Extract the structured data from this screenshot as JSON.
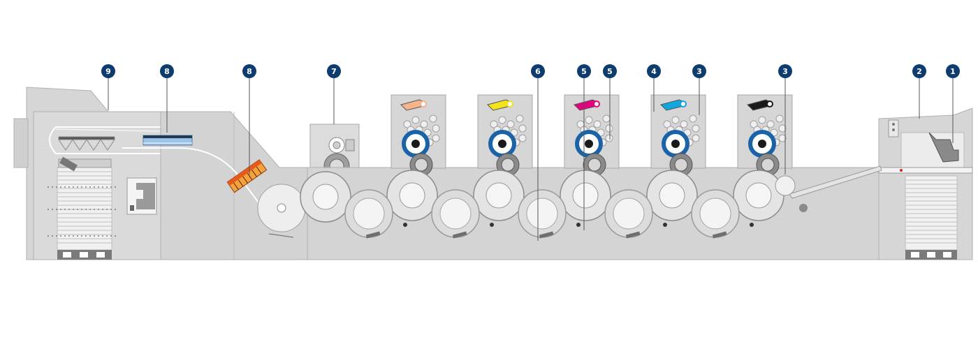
{
  "diagram": {
    "callouts": [
      {
        "id": "c9",
        "label": "9"
      },
      {
        "id": "c8a",
        "label": "8"
      },
      {
        "id": "c8b",
        "label": "8"
      },
      {
        "id": "c7",
        "label": "7"
      },
      {
        "id": "c6",
        "label": "6"
      },
      {
        "id": "c5a",
        "label": "5"
      },
      {
        "id": "c5b",
        "label": "5"
      },
      {
        "id": "c4",
        "label": "4"
      },
      {
        "id": "c3a",
        "label": "3"
      },
      {
        "id": "c3b",
        "label": "3"
      },
      {
        "id": "c2",
        "label": "2"
      },
      {
        "id": "c1",
        "label": "1"
      }
    ],
    "ink_units": [
      {
        "name": "unit-light-orange",
        "ink": "#f6b48a"
      },
      {
        "name": "unit-yellow",
        "ink": "#f3e21c"
      },
      {
        "name": "unit-magenta",
        "ink": "#e5007e"
      },
      {
        "name": "unit-cyan",
        "ink": "#10a6e0"
      },
      {
        "name": "unit-black",
        "ink": "#1a1a1a"
      }
    ],
    "colors": {
      "callout": "#0e3c6e",
      "machine_body": "#d4d4d4",
      "machine_dark": "#c2c2c2",
      "outline": "#a9a9a9",
      "blue_roller": "#1a63a8",
      "dryer_hot": "#e85a1c",
      "dryer_warm": "#f3a33a",
      "uv_blue": "#9cc2e6"
    }
  }
}
